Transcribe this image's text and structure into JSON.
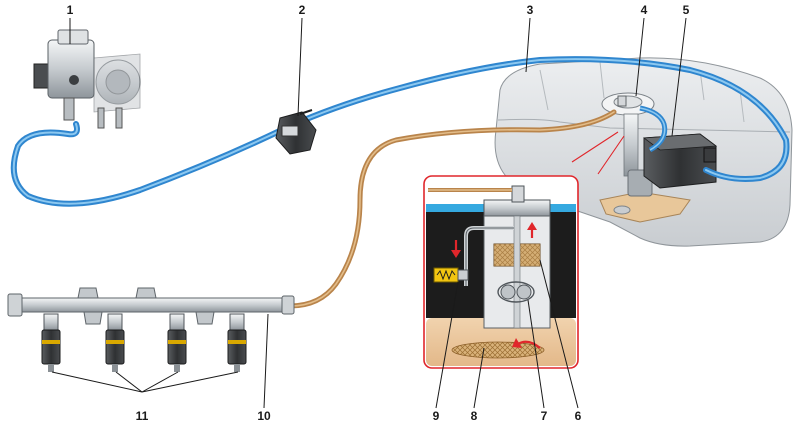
{
  "callouts": [
    {
      "id": "1",
      "text": "1"
    },
    {
      "id": "2",
      "text": "2"
    },
    {
      "id": "3",
      "text": "3"
    },
    {
      "id": "4",
      "text": "4"
    },
    {
      "id": "5",
      "text": "5"
    },
    {
      "id": "6",
      "text": "6"
    },
    {
      "id": "7",
      "text": "7"
    },
    {
      "id": "8",
      "text": "8"
    },
    {
      "id": "9",
      "text": "9"
    },
    {
      "id": "10",
      "text": "10"
    },
    {
      "id": "11",
      "text": "11"
    }
  ],
  "colors": {
    "line_blue": "#2f86cf",
    "line_blue_light": "#8cc8f0",
    "line_copper": "#b9844b",
    "line_copper_light": "#e3bd8a",
    "tank_gray": "#d9dcdf",
    "fuel": "#e9c9a2",
    "dark_interior": "#1c1c1c",
    "arrow_red": "#e0262b",
    "spring_yellow": "#f2c511"
  },
  "icons": {
    "pressure_regulator": "valve-icon",
    "connector": "connector-icon",
    "fuel_tank": "fuel-tank-icon",
    "pump_module": "fuel-pump-icon",
    "canister": "canister-icon",
    "fuel_rail": "fuel-rail-icon",
    "injector": "injector-icon"
  }
}
